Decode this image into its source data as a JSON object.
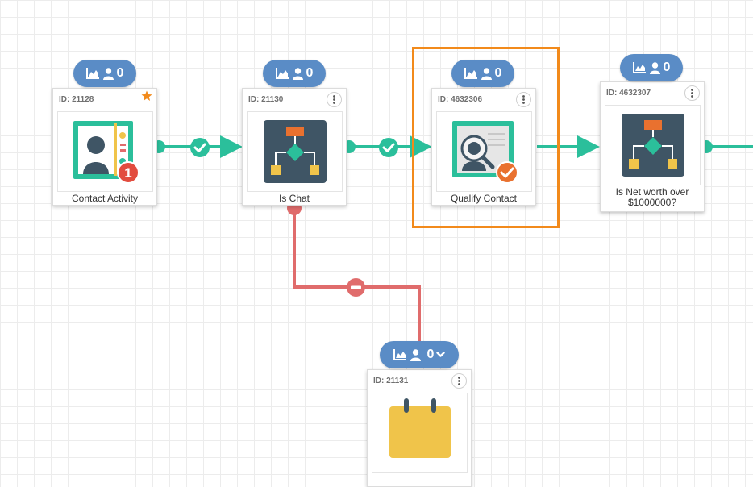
{
  "colors": {
    "accent_blue": "#5a8cc6",
    "success_green": "#2bbf9b",
    "negative_red": "#e06c6c",
    "selection_orange": "#f28a1b",
    "node_dark": "#3f5565"
  },
  "nodes": [
    {
      "key": "contact-activity",
      "id_text": "ID: 21128",
      "label": "Contact Activity",
      "stats_count": "0",
      "starred": true,
      "badge_number": "1",
      "icon": "contact-card-icon"
    },
    {
      "key": "is-chat",
      "id_text": "ID: 21130",
      "label": "Is Chat",
      "stats_count": "0",
      "icon": "decision-flowchart-icon"
    },
    {
      "key": "qualify-contact",
      "id_text": "ID: 4632306",
      "label": "Qualify Contact",
      "stats_count": "0",
      "selected": true,
      "icon": "search-contact-icon"
    },
    {
      "key": "is-net-worth",
      "id_text": "ID: 4632307",
      "label": "Is Net worth over $1000000?",
      "stats_count": "0",
      "icon": "decision-flowchart-icon"
    },
    {
      "key": "next-step",
      "id_text": "ID: 21131",
      "label": "",
      "stats_count": "0",
      "expandable": true,
      "icon": "calendar-icon"
    }
  ],
  "connectors": [
    {
      "from": "contact-activity",
      "to": "is-chat",
      "type": "yes",
      "icon": "check-icon"
    },
    {
      "from": "is-chat",
      "to": "qualify-contact",
      "type": "yes",
      "icon": "check-icon"
    },
    {
      "from": "qualify-contact",
      "to": "is-net-worth",
      "type": "default",
      "icon": "arrow-icon"
    },
    {
      "from": "is-chat",
      "to": "next-step",
      "type": "no",
      "icon": "minus-icon"
    }
  ]
}
